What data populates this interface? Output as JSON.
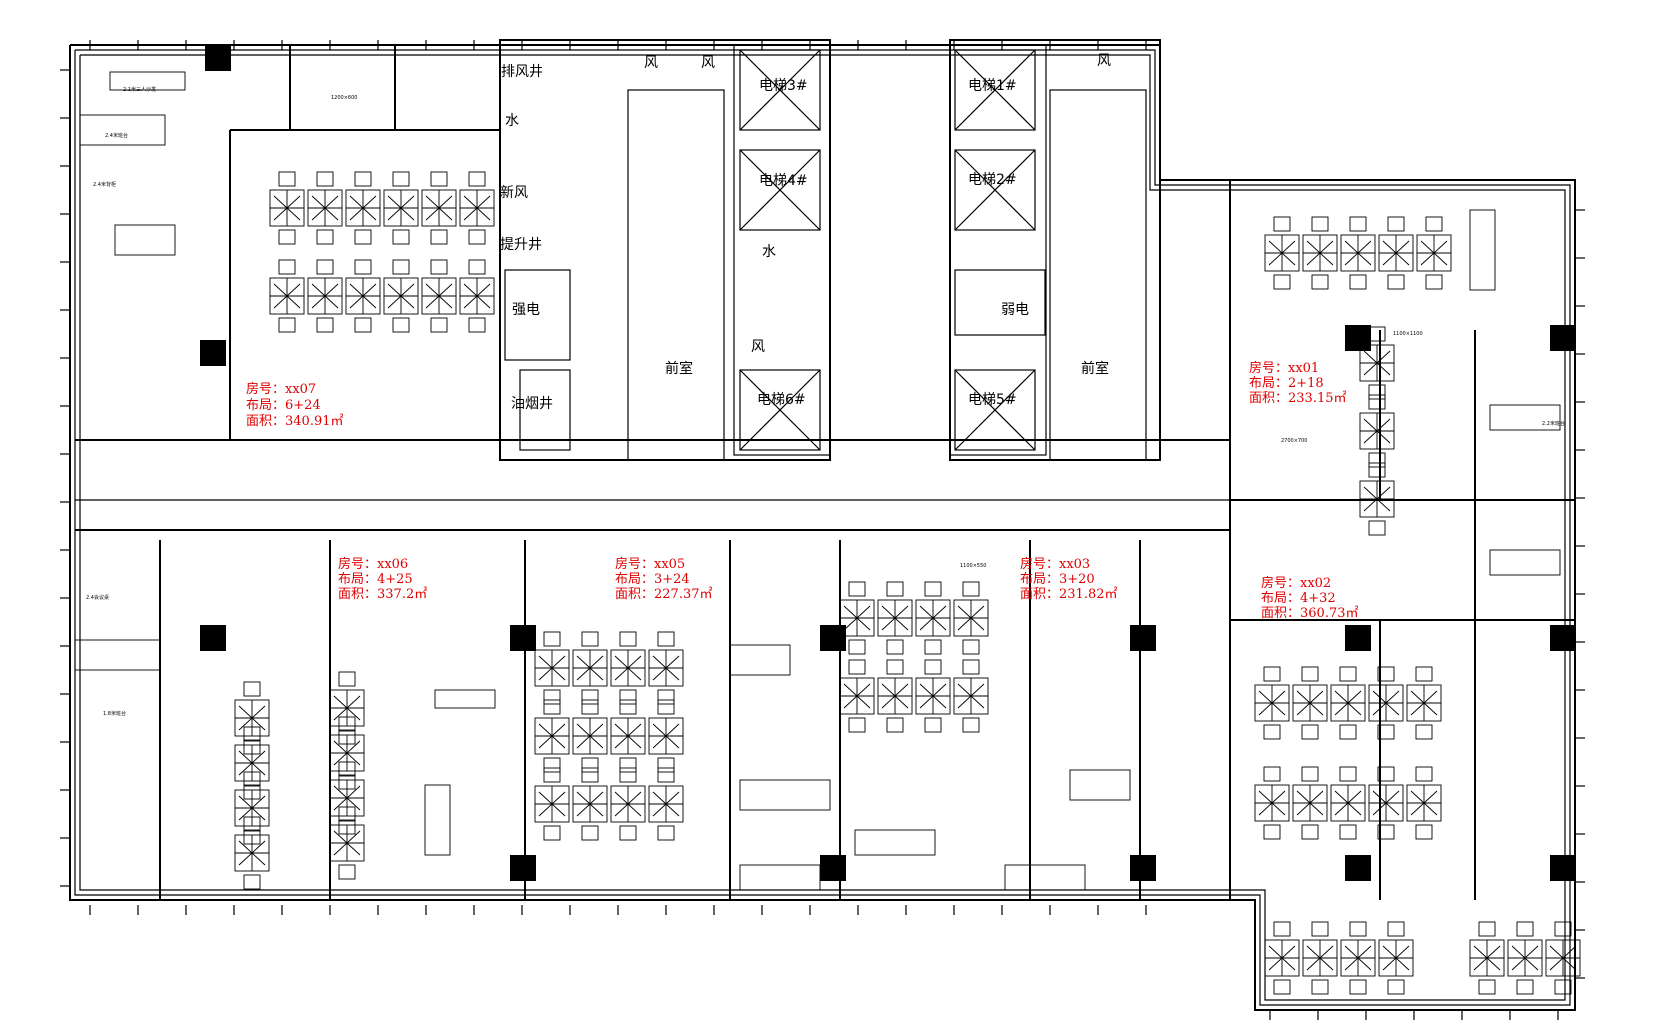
{
  "utility_labels": [
    {
      "id": "exhaust-shaft",
      "text": "排风井"
    },
    {
      "id": "water-1",
      "text": "水"
    },
    {
      "id": "fresh-air",
      "text": "新风"
    },
    {
      "id": "lift-shaft",
      "text": "提升井"
    },
    {
      "id": "strong-power",
      "text": "强电"
    },
    {
      "id": "oil-smoke-shaft",
      "text": "油烟井"
    },
    {
      "id": "wind-1",
      "text": "风"
    },
    {
      "id": "wind-2",
      "text": "风"
    },
    {
      "id": "elevator-3",
      "text": "电梯3#"
    },
    {
      "id": "elevator-4",
      "text": "电梯4#"
    },
    {
      "id": "water-2",
      "text": "水"
    },
    {
      "id": "wind-3",
      "text": "风"
    },
    {
      "id": "elevator-6",
      "text": "电梯6#"
    },
    {
      "id": "lobby-1",
      "text": "前室"
    },
    {
      "id": "elevator-1",
      "text": "电梯1#"
    },
    {
      "id": "elevator-2",
      "text": "电梯2#"
    },
    {
      "id": "weak-power",
      "text": "弱电"
    },
    {
      "id": "elevator-5",
      "text": "电梯5#"
    },
    {
      "id": "lobby-2",
      "text": "前室"
    },
    {
      "id": "wind-4",
      "text": "风"
    }
  ],
  "units": [
    {
      "id": "xx07",
      "room": "房号：xx07",
      "layout": "布局：6+24",
      "area": "面积：340.91㎡"
    },
    {
      "id": "xx01",
      "room": "房号：xx01",
      "layout": "布局：2+18",
      "area": "面积：233.15㎡"
    },
    {
      "id": "xx06",
      "room": "房号：xx06",
      "layout": "布局：4+25",
      "area": "面积：337.2㎡"
    },
    {
      "id": "xx05",
      "room": "房号：xx05",
      "layout": "布局：3+24",
      "area": "面积：227.37㎡"
    },
    {
      "id": "xx03",
      "room": "房号：xx03",
      "layout": "布局：3+20",
      "area": "面积：231.82㎡"
    },
    {
      "id": "xx02",
      "room": "房号：xx02",
      "layout": "布局：4+32",
      "area": "面积：360.73㎡"
    }
  ],
  "small_annotations": [
    {
      "id": "sofa",
      "text": "2.1米三人沙发"
    },
    {
      "id": "desk-1",
      "text": "2.4米班台"
    },
    {
      "id": "cabinet-1",
      "text": "2.4米背柜"
    },
    {
      "id": "desk-2",
      "text": "1.8米班台"
    },
    {
      "id": "dim-1200x600",
      "text": "1200×600"
    },
    {
      "id": "dim-1100x1100",
      "text": "1100×1100"
    },
    {
      "id": "meeting",
      "text": "2.4会议桌"
    },
    {
      "id": "dim-2700x700",
      "text": "2700×700"
    },
    {
      "id": "dim-1100x550",
      "text": "1100×550"
    },
    {
      "id": "desk-3",
      "text": "2.2米班台"
    }
  ]
}
